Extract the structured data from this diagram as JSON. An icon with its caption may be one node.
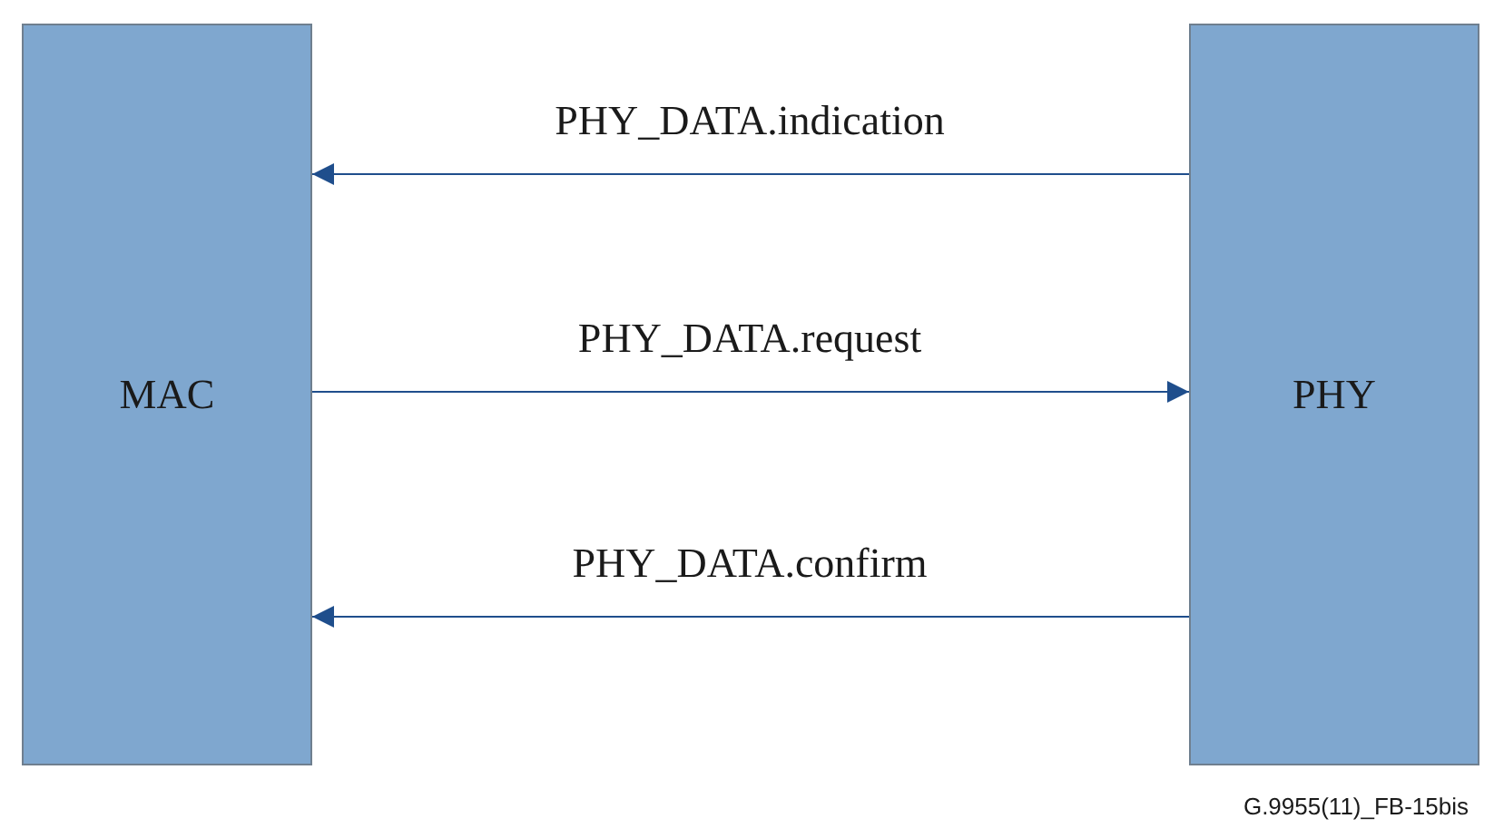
{
  "diagram": {
    "nodes": [
      {
        "text": [
          "MAC"
        ]
      },
      {
        "text": [
          "PHY"
        ]
      }
    ],
    "edges": [
      {
        "from": 1,
        "to": 0,
        "arrow": "to",
        "label": "PHY_DATA.indication"
      },
      {
        "from": 0,
        "to": 1,
        "arrow": "to",
        "label": "PHY_DATA.request"
      },
      {
        "from": 1,
        "to": 0,
        "arrow": "to",
        "label": "PHY_DATA.confirm"
      }
    ],
    "labels": [
      "G.9955(11)_FB-15bis"
    ]
  }
}
